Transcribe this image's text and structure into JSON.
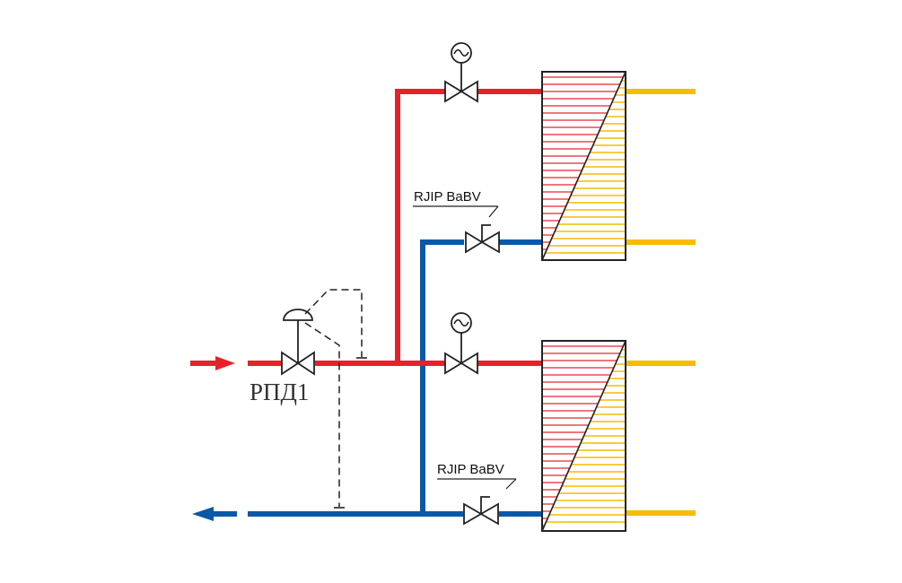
{
  "diagram": {
    "valve_labels": {
      "upper_balancing": "RJIP BaBV",
      "lower_balancing": "RJIP BaBV",
      "pressure_regulator": "РПД1"
    },
    "colors": {
      "supply": "#e8202a",
      "return": "#0a58a8",
      "secondary": "#f5bc00",
      "outline": "#222222"
    },
    "icons": {
      "actuator": "motor-actuator-icon",
      "valve": "valve-icon",
      "regulator": "pressure-regulator-icon"
    }
  }
}
